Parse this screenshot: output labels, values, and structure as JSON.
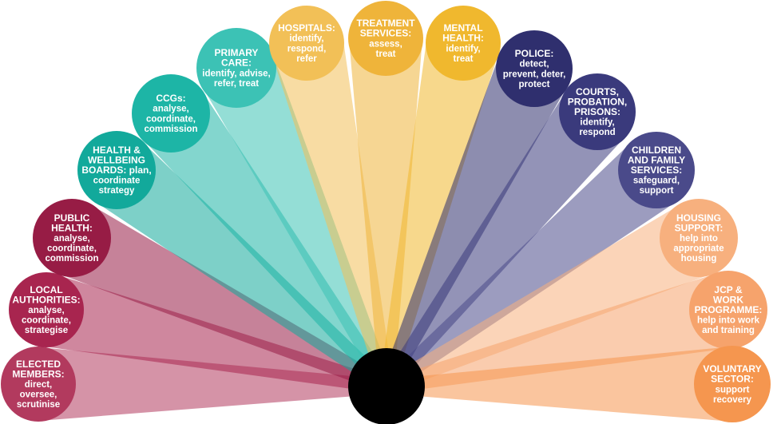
{
  "diagram": {
    "nodes": [
      {
        "id": "elected-members",
        "color": "#B23A5E",
        "title": [
          "ELECTED",
          "MEMBERS:"
        ],
        "desc": [
          "direct,",
          "oversee,",
          "scrutinise"
        ]
      },
      {
        "id": "local-authorities",
        "color": "#A8254F",
        "title": [
          "LOCAL",
          "AUTHORITIES:"
        ],
        "desc": [
          "analyse,",
          "coordinate,",
          "strategise"
        ]
      },
      {
        "id": "public-health",
        "color": "#971C45",
        "title": [
          "PUBLIC",
          "HEALTH:"
        ],
        "desc": [
          "analyse,",
          "coordinate,",
          "commission"
        ]
      },
      {
        "id": "health-wellbeing-boards",
        "color": "#12A99B",
        "title": [
          "HEALTH &",
          "WELLBEING",
          "BOARDS: plan,"
        ],
        "desc": [
          "coordinate",
          "strategy"
        ]
      },
      {
        "id": "ccgs",
        "color": "#1DB5A6",
        "title": [
          "CCGs:"
        ],
        "desc": [
          "analyse,",
          "coordinate,",
          "commission"
        ]
      },
      {
        "id": "primary-care",
        "color": "#3CC2B5",
        "title": [
          "PRIMARY",
          "CARE:"
        ],
        "desc": [
          "identify, advise,",
          "refer, treat"
        ]
      },
      {
        "id": "hospitals",
        "color": "#F2C057",
        "title": [
          "HOSPITALS:"
        ],
        "desc": [
          "identify,",
          "respond,",
          "refer"
        ]
      },
      {
        "id": "treatment-services",
        "color": "#EFB43A",
        "title": [
          "TREATMENT",
          "SERVICES:"
        ],
        "desc": [
          "assess,",
          "treat"
        ]
      },
      {
        "id": "mental-health",
        "color": "#F0B82E",
        "title": [
          "MENTAL",
          "HEALTH:"
        ],
        "desc": [
          "identify,",
          "treat"
        ]
      },
      {
        "id": "police",
        "color": "#2F2F6E",
        "title": [
          "POLICE:"
        ],
        "desc": [
          "detect,",
          "prevent, deter,",
          "protect"
        ]
      },
      {
        "id": "courts-probation-prisons",
        "color": "#3A3A7C",
        "title": [
          "COURTS,",
          "PROBATION,",
          "PRISONS:"
        ],
        "desc": [
          "identify,",
          "respond"
        ]
      },
      {
        "id": "children-family-services",
        "color": "#4A4A8A",
        "title": [
          "CHILDREN",
          "AND FAMILY",
          "SERVICES:"
        ],
        "desc": [
          "safeguard,",
          "support"
        ]
      },
      {
        "id": "housing-support",
        "color": "#F7B07E",
        "title": [
          "HOUSING",
          "SUPPORT:"
        ],
        "desc": [
          "help into",
          "appropriate",
          "housing"
        ]
      },
      {
        "id": "jcp-work-programme",
        "color": "#F6A36C",
        "title": [
          "JCP &",
          "WORK",
          "PROGRAMME:"
        ],
        "desc": [
          "help into work",
          "and training"
        ]
      },
      {
        "id": "voluntary-sector",
        "color": "#F5964F",
        "title": [
          "VOLUNTARY",
          "SECTOR:"
        ],
        "desc": [
          "support",
          "recovery"
        ]
      }
    ]
  }
}
